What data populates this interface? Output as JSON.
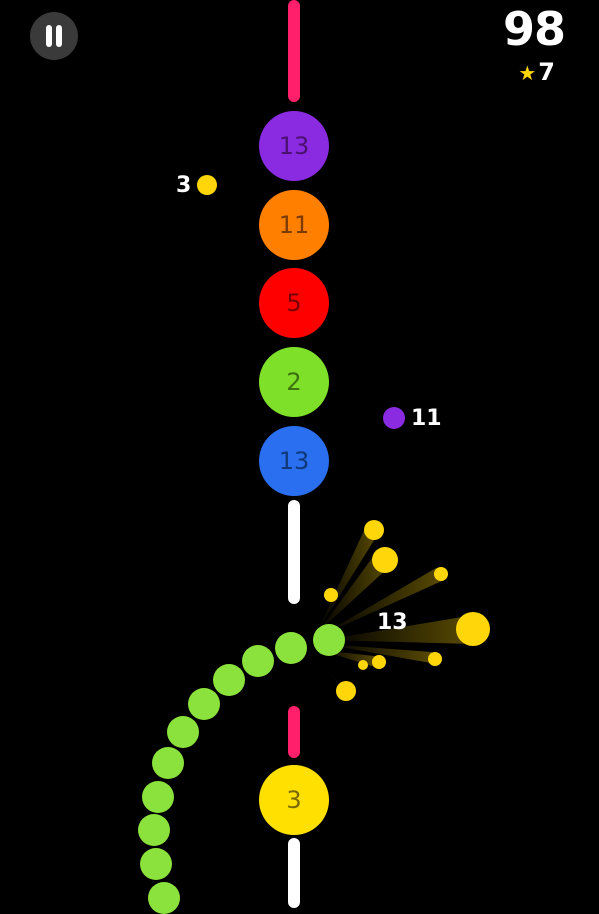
{
  "hud": {
    "score": "98",
    "stars": "7",
    "pause_icon": "pause-icon",
    "star_icon": "star-icon"
  },
  "blocks": [
    {
      "value": "13",
      "color": "#8a2be2",
      "text_color": "#4b1170"
    },
    {
      "value": "11",
      "color": "#ff7f00",
      "text_color": "#7a3a00"
    },
    {
      "value": "5",
      "color": "#ff0000",
      "text_color": "#7a0000"
    },
    {
      "value": "2",
      "color": "#7fe02a",
      "text_color": "#3c7010"
    },
    {
      "value": "13",
      "color": "#2a6ff0",
      "text_color": "#103878"
    },
    {
      "value": "3",
      "color": "#ffe000",
      "text_color": "#7a6a00"
    }
  ],
  "pickups": [
    {
      "value": "3",
      "color": "#ffd60a"
    },
    {
      "value": "11",
      "color": "#8a2be2"
    }
  ],
  "snake": {
    "length": "13",
    "color": "#8be23c"
  },
  "colors": {
    "wall_pink": "#ff1f6b",
    "wall_white": "#ffffff",
    "spark": "#ffd60a"
  }
}
